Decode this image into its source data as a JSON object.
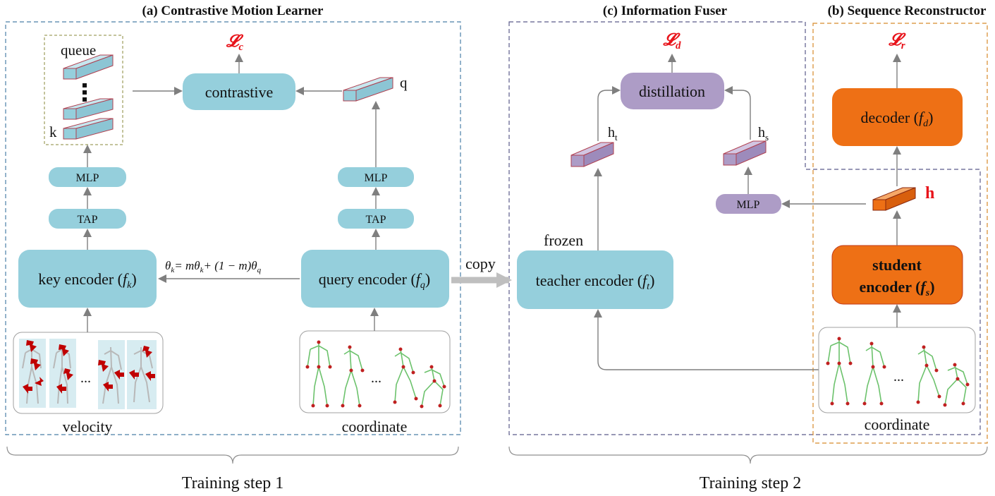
{
  "panels": {
    "a_title": "(a) Contrastive Motion Learner",
    "b_title": "(b) Sequence Reconstructor",
    "c_title": "(c) Information Fuser"
  },
  "losses": {
    "contrastive": "𝓛",
    "contrastive_sub": "c",
    "distill": "𝓛",
    "distill_sub": "d",
    "recon": "𝓛",
    "recon_sub": "r"
  },
  "labels": {
    "queue": "queue",
    "k": "k",
    "q": "q",
    "contrastive": "contrastive",
    "mlp": "MLP",
    "tap": "TAP",
    "key_encoder": "key encoder (",
    "key_encoder_f": "f",
    "key_encoder_sub": "k",
    "query_encoder": "query encoder (",
    "query_encoder_f": "f",
    "query_encoder_sub": "q",
    "momentum_update": "θ",
    "momentum_eq": "= mθ",
    "momentum_eq2": "+ (1 − m)θ",
    "copy": "copy",
    "velocity": "velocity",
    "coordinate": "coordinate",
    "distillation": "distillation",
    "ht": "h",
    "ht_sub": "t",
    "hs": "h",
    "hs_sub": "s",
    "frozen": "frozen",
    "teacher_encoder": "teacher encoder (",
    "teacher_f": "f",
    "teacher_sub": "t",
    "decoder": "decoder (",
    "decoder_f": "f",
    "decoder_sub": "d",
    "student_line1": "student",
    "student_line2": "encoder (",
    "student_f": "f",
    "student_sub": "s",
    "h": "h",
    "ellipsis": "...",
    "training1": "Training step 1",
    "training2": "Training step 2"
  },
  "colors": {
    "cyan": "#95cfdc",
    "purple": "#ad9cc6",
    "orange": "#ee7015",
    "red": "#e8141b",
    "arrow": "#7f7f7f",
    "dash_blue": "#4a7fa8",
    "dash_purple": "#5a5a8a",
    "dash_orange": "#d78a2a"
  }
}
